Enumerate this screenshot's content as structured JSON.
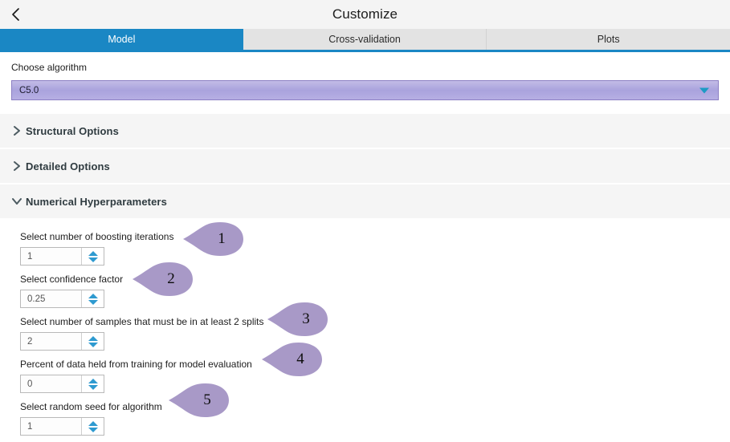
{
  "window": {
    "title": "Customize",
    "back_icon": "back-chevron-icon"
  },
  "tabs": [
    {
      "label": "Model",
      "active": true
    },
    {
      "label": "Cross-validation",
      "active": false
    },
    {
      "label": "Plots",
      "active": false
    }
  ],
  "algorithm": {
    "label": "Choose algorithm",
    "value": "C5.0",
    "dropdown_icon": "chevron-down-icon"
  },
  "sections": [
    {
      "title": "Structural Options",
      "expanded": false,
      "icon": "chevron-right-icon"
    },
    {
      "title": "Detailed Options",
      "expanded": false,
      "icon": "chevron-right-icon"
    },
    {
      "title": "Numerical Hyperparameters",
      "expanded": true,
      "icon": "chevron-down-icon"
    }
  ],
  "fields": [
    {
      "label": "Select number of boosting iterations",
      "value": "1",
      "callout": "1"
    },
    {
      "label": "Select confidence factor",
      "value": "0.25",
      "callout": "2"
    },
    {
      "label": "Select number of samples that must be in at least 2 splits",
      "value": "2",
      "callout": "3"
    },
    {
      "label": "Percent of data held from training for model evaluation",
      "value": "0",
      "callout": "4"
    },
    {
      "label": "Select random seed for algorithm",
      "value": "1",
      "callout": "5"
    }
  ],
  "colors": {
    "accent_blue": "#1a87c4",
    "tab_inactive": "#e3e3e3",
    "section_bg": "#f5f5f5",
    "dropdown_purple": "#aaa3dd",
    "dropdown_border": "#8c7fc4",
    "spinner_arrow": "#2e9ad0",
    "callout_fill": "#a899c7",
    "titlebar_bg": "#f4f4f4"
  }
}
